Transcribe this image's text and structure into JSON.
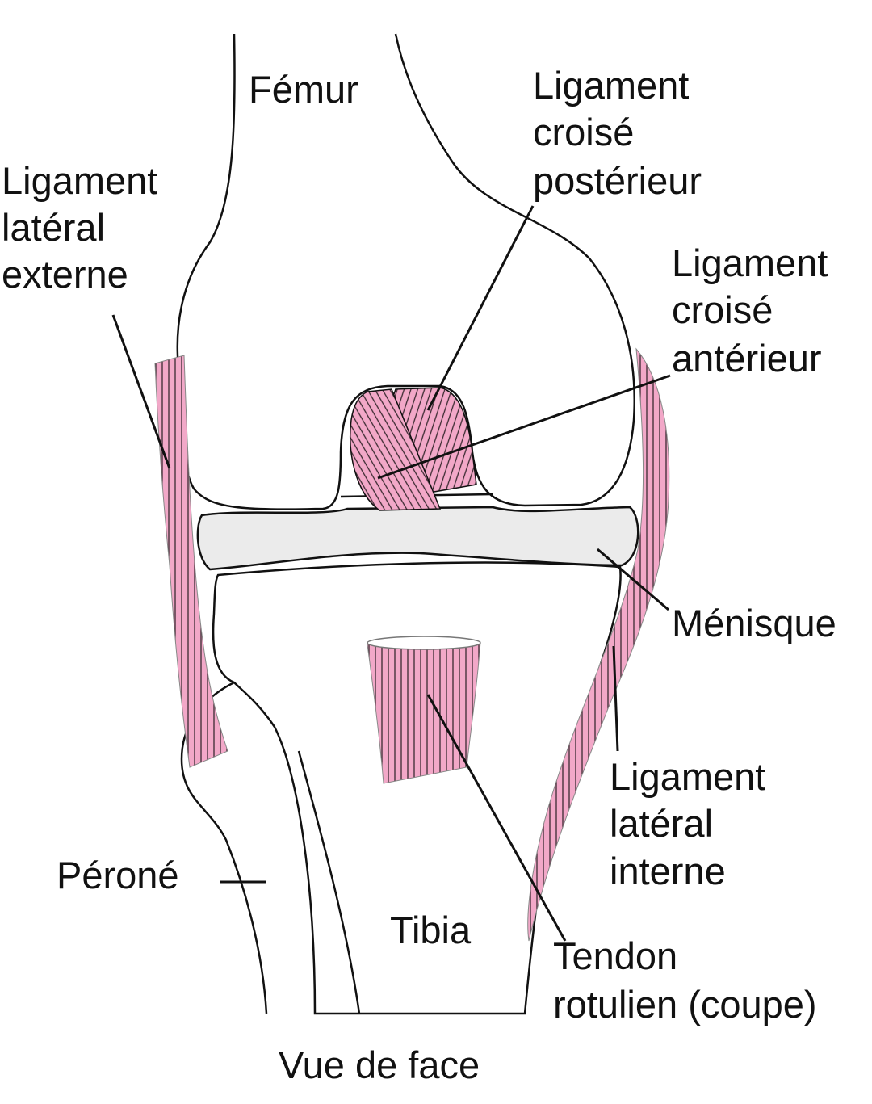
{
  "colors": {
    "ligament": "#f2a8c8",
    "meniscus": "#ebebeb",
    "outline": "#111111"
  },
  "labels": {
    "femur": "Fémur",
    "lle": [
      "Ligament",
      "latéral",
      "externe"
    ],
    "lcp": [
      "Ligament",
      "croisé",
      "postérieur"
    ],
    "lca": [
      "Ligament",
      "croisé",
      "antérieur"
    ],
    "menisque": "Ménisque",
    "lli": [
      "Ligament",
      "latéral",
      "interne"
    ],
    "perone": "Péroné",
    "tibia": "Tibia",
    "tendon": [
      "Tendon",
      "rotulien (coupe)"
    ],
    "view": "Vue de face"
  }
}
